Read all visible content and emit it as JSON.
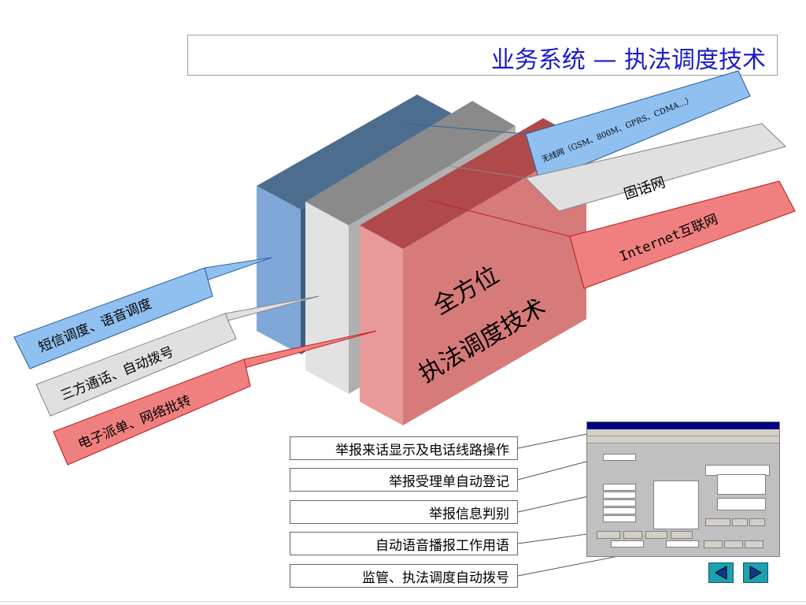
{
  "title": "业务系统 — 执法调度技术",
  "center": {
    "line1": "全方位",
    "line2": "执法调度技术"
  },
  "callouts": {
    "wireless": "无线网（GSM、800M、GPRS、CDMA…）",
    "fixed": "固话网",
    "internet": "Internet互联网",
    "sms": "短信调度、语音调度",
    "threeway": "三方通话、自动拨号",
    "dispatch": "电子派单、网络批转"
  },
  "features": [
    "举报来话显示及电话线路操作",
    "举报受理单自动登记",
    "举报信息判别",
    "自动语音播报工作用语",
    "监管、执法调度自动拨号"
  ],
  "colors": {
    "title": "#1a1acc",
    "blue_layer": "#6f9bd0",
    "gray_layer": "#d8d8d8",
    "red_layer": "#d97878",
    "callout_blue": "#88bbee",
    "callout_red": "#f08080",
    "nav": "#1ea0b0"
  },
  "nav": {
    "prev_icon": "triangle-left-icon",
    "next_icon": "triangle-right-icon"
  }
}
